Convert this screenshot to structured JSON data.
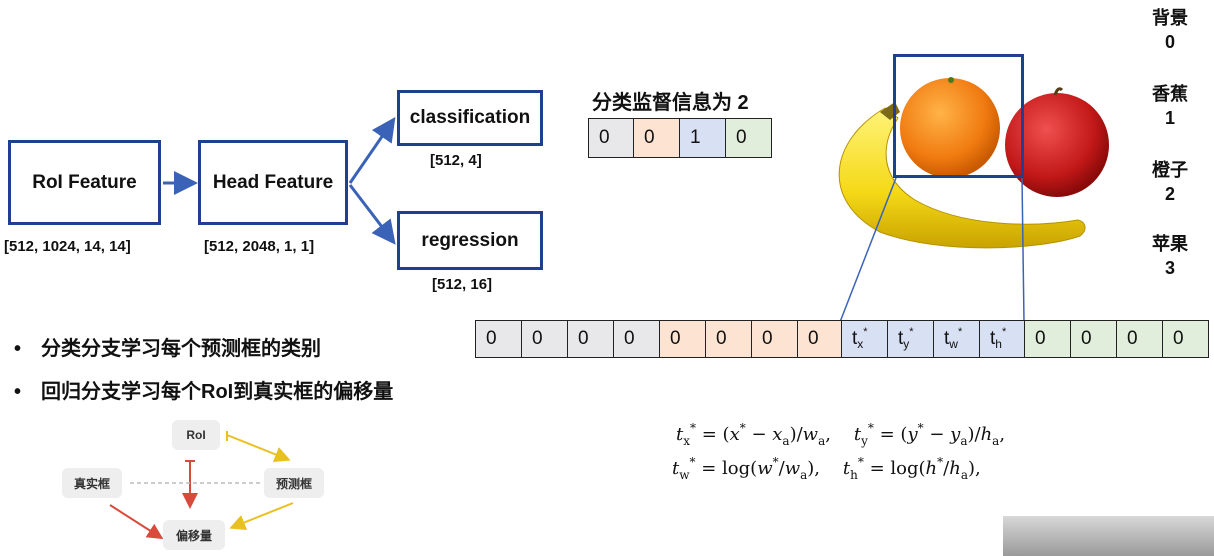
{
  "pipeline": {
    "roi_feature": {
      "label": "RoI Feature",
      "shape": "[512, 1024, 14, 14]"
    },
    "head_feature": {
      "label": "Head Feature",
      "shape": "[512, 2048, 1, 1]"
    },
    "classification": {
      "label": "classification",
      "shape": "[512, 4]"
    },
    "regression": {
      "label": "regression",
      "shape": "[512, 16]"
    }
  },
  "classification_target": {
    "title": "分类监督信息为 2",
    "cells": [
      "0",
      "0",
      "1",
      "0"
    ]
  },
  "regression_target": {
    "cells": [
      "0",
      "0",
      "0",
      "0",
      "0",
      "0",
      "0",
      "0",
      "t",
      "t",
      "t",
      "t",
      "0",
      "0",
      "0",
      "0"
    ],
    "subscripts": [
      "x",
      "y",
      "w",
      "h"
    ],
    "star": "*"
  },
  "categories": [
    {
      "name": "背景",
      "id": "0"
    },
    {
      "name": "香蕉",
      "id": "1"
    },
    {
      "name": "橙子",
      "id": "2"
    },
    {
      "name": "苹果",
      "id": "3"
    }
  ],
  "bullets": [
    "分类分支学习每个预测框的类别",
    "回归分支学习每个RoI到真实框的偏移量"
  ],
  "relation_diagram": {
    "roi": "RoI",
    "gt": "真实框",
    "pred": "预测框",
    "offset": "偏移量"
  },
  "colors": {
    "box_border": "#1f3f8f",
    "arrow": "#3a63b8",
    "bg_cell": "#e8e8ea",
    "banana_cell": "#fde3d2",
    "orange_cell": "#d8e0f4",
    "apple_cell": "#e0eedb"
  }
}
